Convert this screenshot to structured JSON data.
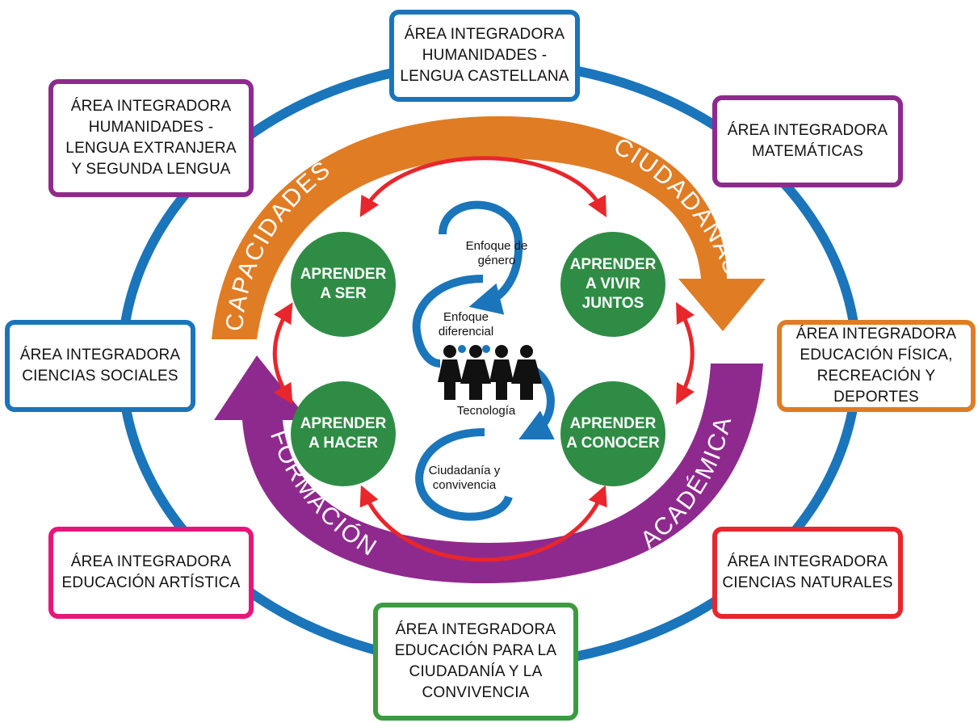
{
  "colors": {
    "ring_blue": "#1a75bb",
    "orange": "#e07c24",
    "purple": "#8e2a8e",
    "green_circle": "#2f8c45",
    "red_arrow": "#e8262c",
    "pink": "#e6177a",
    "green_box": "#3d9a3f",
    "box_red": "#e8262c"
  },
  "areas": [
    {
      "label": "ÁREA INTEGRADORA\nHUMANIDADES -\nLENGUA CASTELLANA",
      "color": "#1a75bb"
    },
    {
      "label": "ÁREA INTEGRADORA\nMATEMÁTICAS",
      "color": "#8e2a8e"
    },
    {
      "label": "ÁREA INTEGRADORA\nEDUCACIÓN FÍSICA,\nRECREACIÓN Y DEPORTES",
      "color": "#e07c24"
    },
    {
      "label": "ÁREA INTEGRADORA\nCIENCIAS NATURALES",
      "color": "#e8262c"
    },
    {
      "label": "ÁREA INTEGRADORA\nEDUCACIÓN PARA LA\nCIUDADANÍA Y LA\nCONVIVENCIA",
      "color": "#3d9a3f"
    },
    {
      "label": "ÁREA INTEGRADORA\nEDUCACIÓN ARTÍSTICA",
      "color": "#e6177a"
    },
    {
      "label": "ÁREA INTEGRADORA\nCIENCIAS SOCIALES",
      "color": "#1a75bb"
    },
    {
      "label": "ÁREA INTEGRADORA\nHUMANIDADES -\nLENGUA EXTRANJERA\nY SEGUNDA LENGUA",
      "color": "#8e2a8e"
    }
  ],
  "arc_words": {
    "top_left": "CAPACIDADES",
    "top_right": "CIUDADANAS",
    "bottom_left": "FORMACIÓN",
    "bottom_right": "ACADÉMICA"
  },
  "pillars": {
    "ser": "APRENDER\nA SER",
    "vivir": "APRENDER\nA VIVIR\nJUNTOS",
    "hacer": "APRENDER\nA HACER",
    "conocer": "APRENDER\nA CONOCER"
  },
  "center": {
    "genero": "Enfoque de\ngénero",
    "diferencial": "Enfoque\ndiferencial",
    "tecnologia": "Tecnología",
    "ciudadania": "Ciudadanía y\nconvivencia"
  }
}
